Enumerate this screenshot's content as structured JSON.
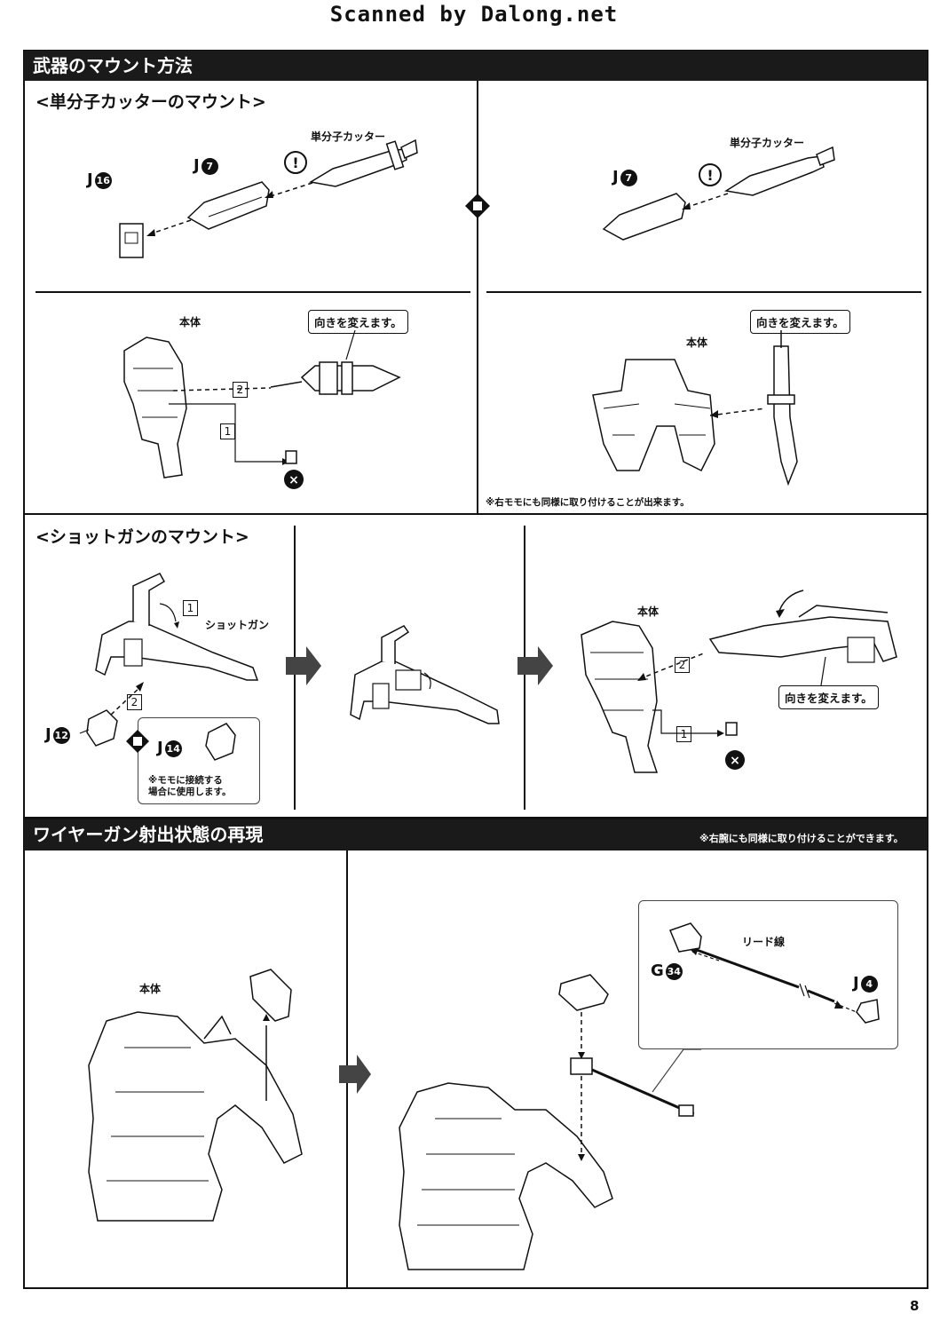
{
  "header": {
    "scanned": "Scanned by Dalong.net"
  },
  "section1": {
    "title": "武器のマウント方法",
    "knife_mount": {
      "heading": "<単分子カッターのマウント>",
      "left": {
        "knife_label": "単分子カッター",
        "part_a": {
          "letter": "J",
          "num": "16"
        },
        "part_b": {
          "letter": "J",
          "num": "7"
        }
      },
      "right": {
        "knife_label": "単分子カッター",
        "part_b": {
          "letter": "J",
          "num": "7"
        }
      },
      "lower_left": {
        "body_label": "本体",
        "callout": "向きを変えます。",
        "step1": "1",
        "step2": "2"
      },
      "lower_right": {
        "body_label": "本体",
        "callout": "向きを変えます。",
        "note": "※右モモにも同様に取り付けることが出来ます。"
      }
    },
    "shotgun_mount": {
      "heading": "<ショットガンのマウント>",
      "shotgun_label": "ショットガン",
      "step1": "1",
      "step2": "2",
      "part_a": {
        "letter": "J",
        "num": "12"
      },
      "part_b": {
        "letter": "J",
        "num": "14"
      },
      "box_note": "※モモに接続する\n場合に使用します。",
      "right": {
        "body_label": "本体",
        "step1": "1",
        "step2": "2",
        "callout": "向きを変えます。"
      }
    }
  },
  "section2": {
    "title": "ワイヤーガン射出状態の再現",
    "note": "※右腕にも同様に取り付けることができます。",
    "body_label": "本体",
    "lead_label": "リード線",
    "part_g": {
      "letter": "G",
      "num": "34"
    },
    "part_j": {
      "letter": "J",
      "num": "4"
    }
  },
  "footer": {
    "page_number": "8"
  }
}
